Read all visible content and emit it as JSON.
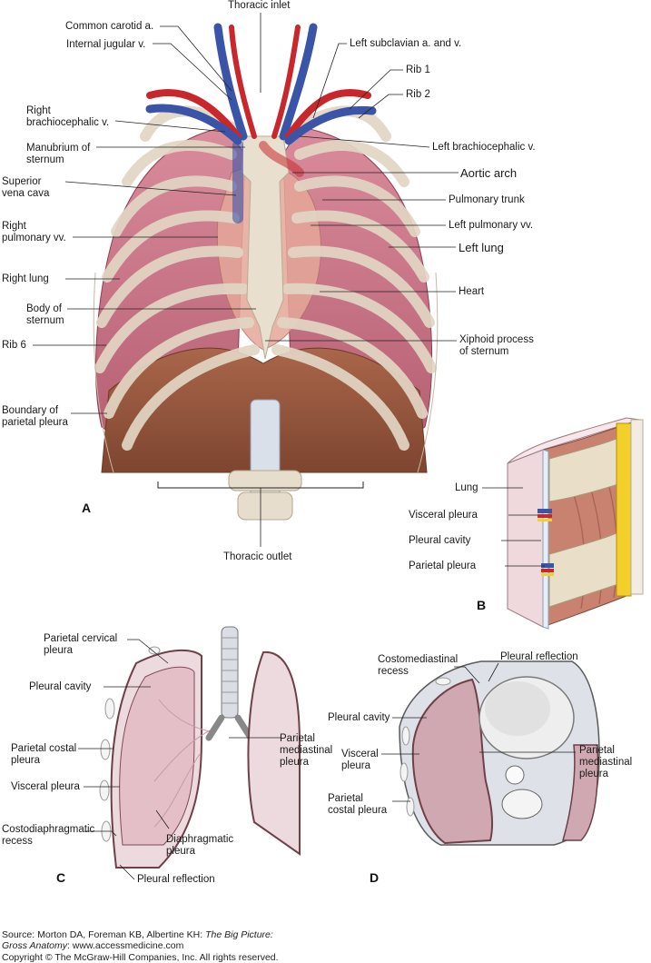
{
  "panel_a": {
    "letter": "A",
    "labels": {
      "thoracic_inlet": "Thoracic inlet",
      "common_carotid": "Common carotid a.",
      "internal_jugular": "Internal jugular v.",
      "right_brachiocephalic": "Right\nbrachiocephalic v.",
      "manubrium": "Manubrium of\nsternum",
      "superior_vena_cava": "Superior\nvena cava",
      "right_pulmonary_vv": "Right\npulmonary vv.",
      "right_lung": "Right lung",
      "body_of_sternum": "Body of\nsternum",
      "rib_6": "Rib 6",
      "boundary_parietal_pleura": "Boundary of\nparietal pleura",
      "left_subclavian": "Left subclavian a. and v.",
      "rib_1": "Rib 1",
      "rib_2": "Rib  2",
      "left_brachiocephalic": "Left brachiocephalic v.",
      "aortic_arch": "Aortic arch",
      "pulmonary_trunk": "Pulmonary trunk",
      "left_pulmonary_vv": "Left pulmonary vv.",
      "left_lung": "Left lung",
      "heart": "Heart",
      "xiphoid": "Xiphoid process\nof sternum",
      "thoracic_outlet": "Thoracic outlet"
    }
  },
  "panel_b": {
    "letter": "B",
    "labels": {
      "lung": "Lung",
      "visceral_pleura": "Visceral pleura",
      "pleural_cavity": "Pleural cavity",
      "parietal_pleura": "Parietal pleura"
    }
  },
  "panel_c": {
    "letter": "C",
    "labels": {
      "parietal_cervical": "Parietal cervical\npleura",
      "pleural_cavity": "Pleural cavity",
      "parietal_costal": "Parietal costal\npleura",
      "visceral_pleura": "Visceral pleura",
      "costodiaphragmatic": "Costodiaphragmatic\nrecess",
      "pleural_reflection": "Pleural reflection",
      "diaphragmatic": "Diaphragmatic\npleura",
      "parietal_mediastinal": "Parietal\nmediastinal\npleura"
    }
  },
  "panel_d": {
    "letter": "D",
    "labels": {
      "costomediastinal": "Costomediastinal\nrecess",
      "pleural_reflection": "Pleural reflection",
      "pleural_cavity": "Pleural cavity",
      "visceral_pleura": "Visceral\npleura",
      "parietal_costal": "Parietal\ncostal pleura",
      "parietal_mediastinal": "Parietal\nmediastinal\npleura"
    }
  },
  "source": {
    "prefix": "Source: Morton DA, Foreman KB, Albertine KH: ",
    "title": "The Big Picture:",
    "title_line2": "Gross Anatomy",
    "website": ": www.accessmedicine.com",
    "copyright": "Copyright © The McGraw-Hill Companies, Inc. All rights reserved."
  }
}
